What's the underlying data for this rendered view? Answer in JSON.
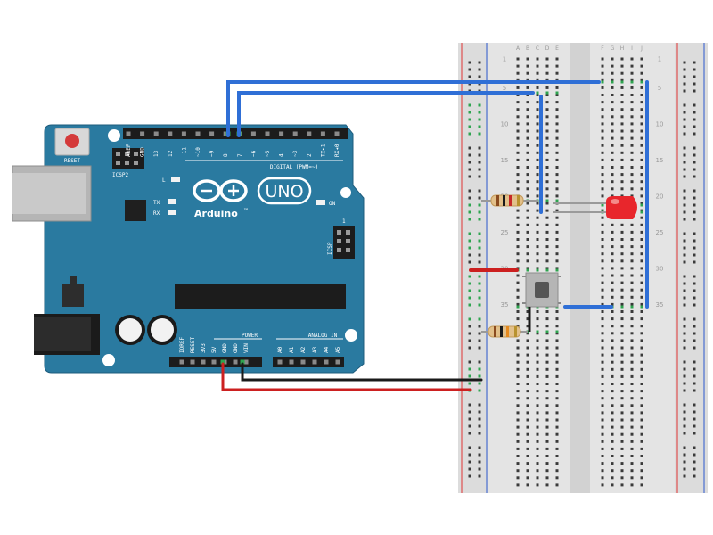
{
  "board": {
    "model": "UNO",
    "brand": "Arduino",
    "brand_tm": "™",
    "reset_label": "RESET",
    "icsp2_label": "ICSP2",
    "icsp_label": "ICSP",
    "icsp_pin": "1",
    "led_l": "L",
    "led_tx": "TX",
    "led_rx": "RX",
    "on_label": "ON",
    "digital_label": "DIGITAL (PWM=~)",
    "power_label": "POWER",
    "analog_label": "ANALOG IN",
    "digital_pins": [
      "AREF",
      "GND",
      "13",
      "12",
      "~11",
      "~10",
      "~9",
      "8",
      "7",
      "~6",
      "~5",
      "4",
      "~3",
      "2",
      "TX▸1",
      "RX◂0"
    ],
    "power_pins": [
      "IOREF",
      "RESET",
      "3V3",
      "5V",
      "GND",
      "GND",
      "VIN"
    ],
    "analog_pins": [
      "A0",
      "A1",
      "A2",
      "A3",
      "A4",
      "A5"
    ]
  },
  "breadboard": {
    "columns": [
      "A",
      "B",
      "C",
      "D",
      "E",
      "F",
      "G",
      "H",
      "I",
      "J"
    ],
    "row_numbers": [
      "1",
      "5",
      "10",
      "15",
      "20",
      "25",
      "30",
      "35"
    ]
  },
  "colors": {
    "board": "#2a7aa0",
    "board_dark": "#1d5c7d",
    "wire_blue": "#2f6fd6",
    "wire_red": "#cc2020",
    "wire_black": "#1a1a1a",
    "led_red": "#e8262c",
    "breadboard": "#e6e6e6",
    "rail_red": "#e05050",
    "rail_blue": "#4a6fd0",
    "hole_green": "#2ea44f"
  }
}
